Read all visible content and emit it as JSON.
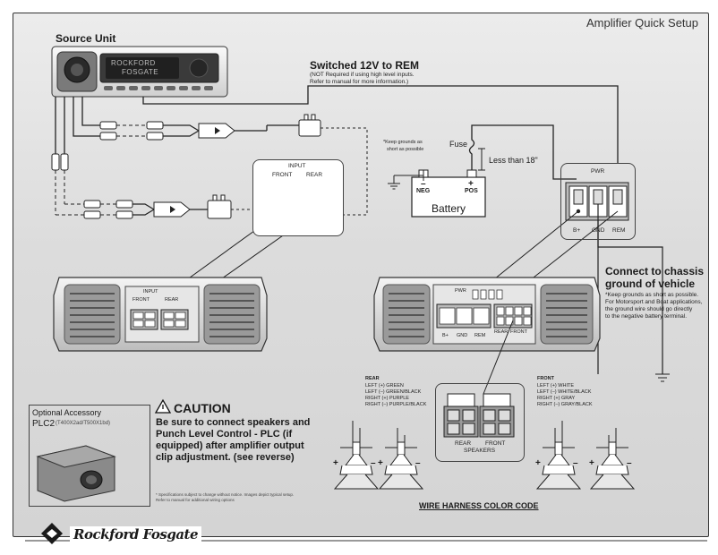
{
  "title": "Amplifier Quick Setup",
  "source_unit": {
    "label": "Source Unit",
    "brand_line1": "ROCKFORD",
    "brand_line2": "FOSGATE"
  },
  "rem_note": {
    "heading": "Switched 12V to REM",
    "line1": "(NOT Required if using high level inputs.",
    "line2": "Refer to manual for more information.)"
  },
  "input_zoom": {
    "title": "INPUT",
    "front": "FRONT",
    "rear": "REAR"
  },
  "battery": {
    "label": "Battery",
    "neg_sign": "–",
    "neg": "NEG",
    "pos_sign": "+",
    "pos": "POS",
    "fuse": "Fuse",
    "less_than": "Less than 18\"",
    "grounds_note_1": "*Keep grounds as",
    "grounds_note_2": "short as possible"
  },
  "power_zoom": {
    "title": "PWR",
    "b_plus": "B+",
    "gnd": "GND",
    "rem": "REM"
  },
  "chassis": {
    "heading_1": "Connect to chassis",
    "heading_2": "ground of vehicle",
    "note_1": "*Keep grounds as short as possible.",
    "note_2": "For Motorsport and Boat applications,",
    "note_3": "the ground wire should go directly",
    "note_4": "to the negative battery terminal."
  },
  "amp_left": {
    "input": "INPUT",
    "front": "FRONT",
    "rear": "REAR"
  },
  "amp_right": {
    "pwr": "PWR",
    "b_plus": "B+",
    "gnd": "GND",
    "rem": "REM",
    "rear": "REAR",
    "front": "FRONT"
  },
  "rear_colors": {
    "heading": "REAR",
    "lines": [
      "LEFT   (+) GREEN",
      "LEFT   (–) GREEN/BLACK",
      "RIGHT (+) PURPLE",
      "RIGHT (–) PURPLE/BLACK"
    ]
  },
  "front_colors": {
    "heading": "FRONT",
    "lines": [
      "LEFT   (+) WHITE",
      "LEFT   (–) WHITE/BLACK",
      "RIGHT (+) GRAY",
      "RIGHT (–) GRAY/BLACK"
    ]
  },
  "speaker_zoom": {
    "rear": "REAR",
    "front": "FRONT",
    "speakers": "SPEAKERS"
  },
  "speaker_signs": {
    "plus": "+",
    "minus": "–"
  },
  "accessory": {
    "line1": "Optional Accessory",
    "line2": "PLC2",
    "models": "(T400X2ad/T500X1bd)"
  },
  "caution": {
    "heading": "CAUTION",
    "body": "Be sure to connect speakers and Punch Level Control - PLC (if equipped) after amplifier output clip adjustment. (see reverse)"
  },
  "footnote": {
    "line1": "* Specifications subject to change without notice. Images depict typical setup.",
    "line2": "Refer to manual for additional wiring options"
  },
  "wire_harness": "WIRE HARNESS COLOR CODE",
  "logo_text": "Rockford Fosgate"
}
